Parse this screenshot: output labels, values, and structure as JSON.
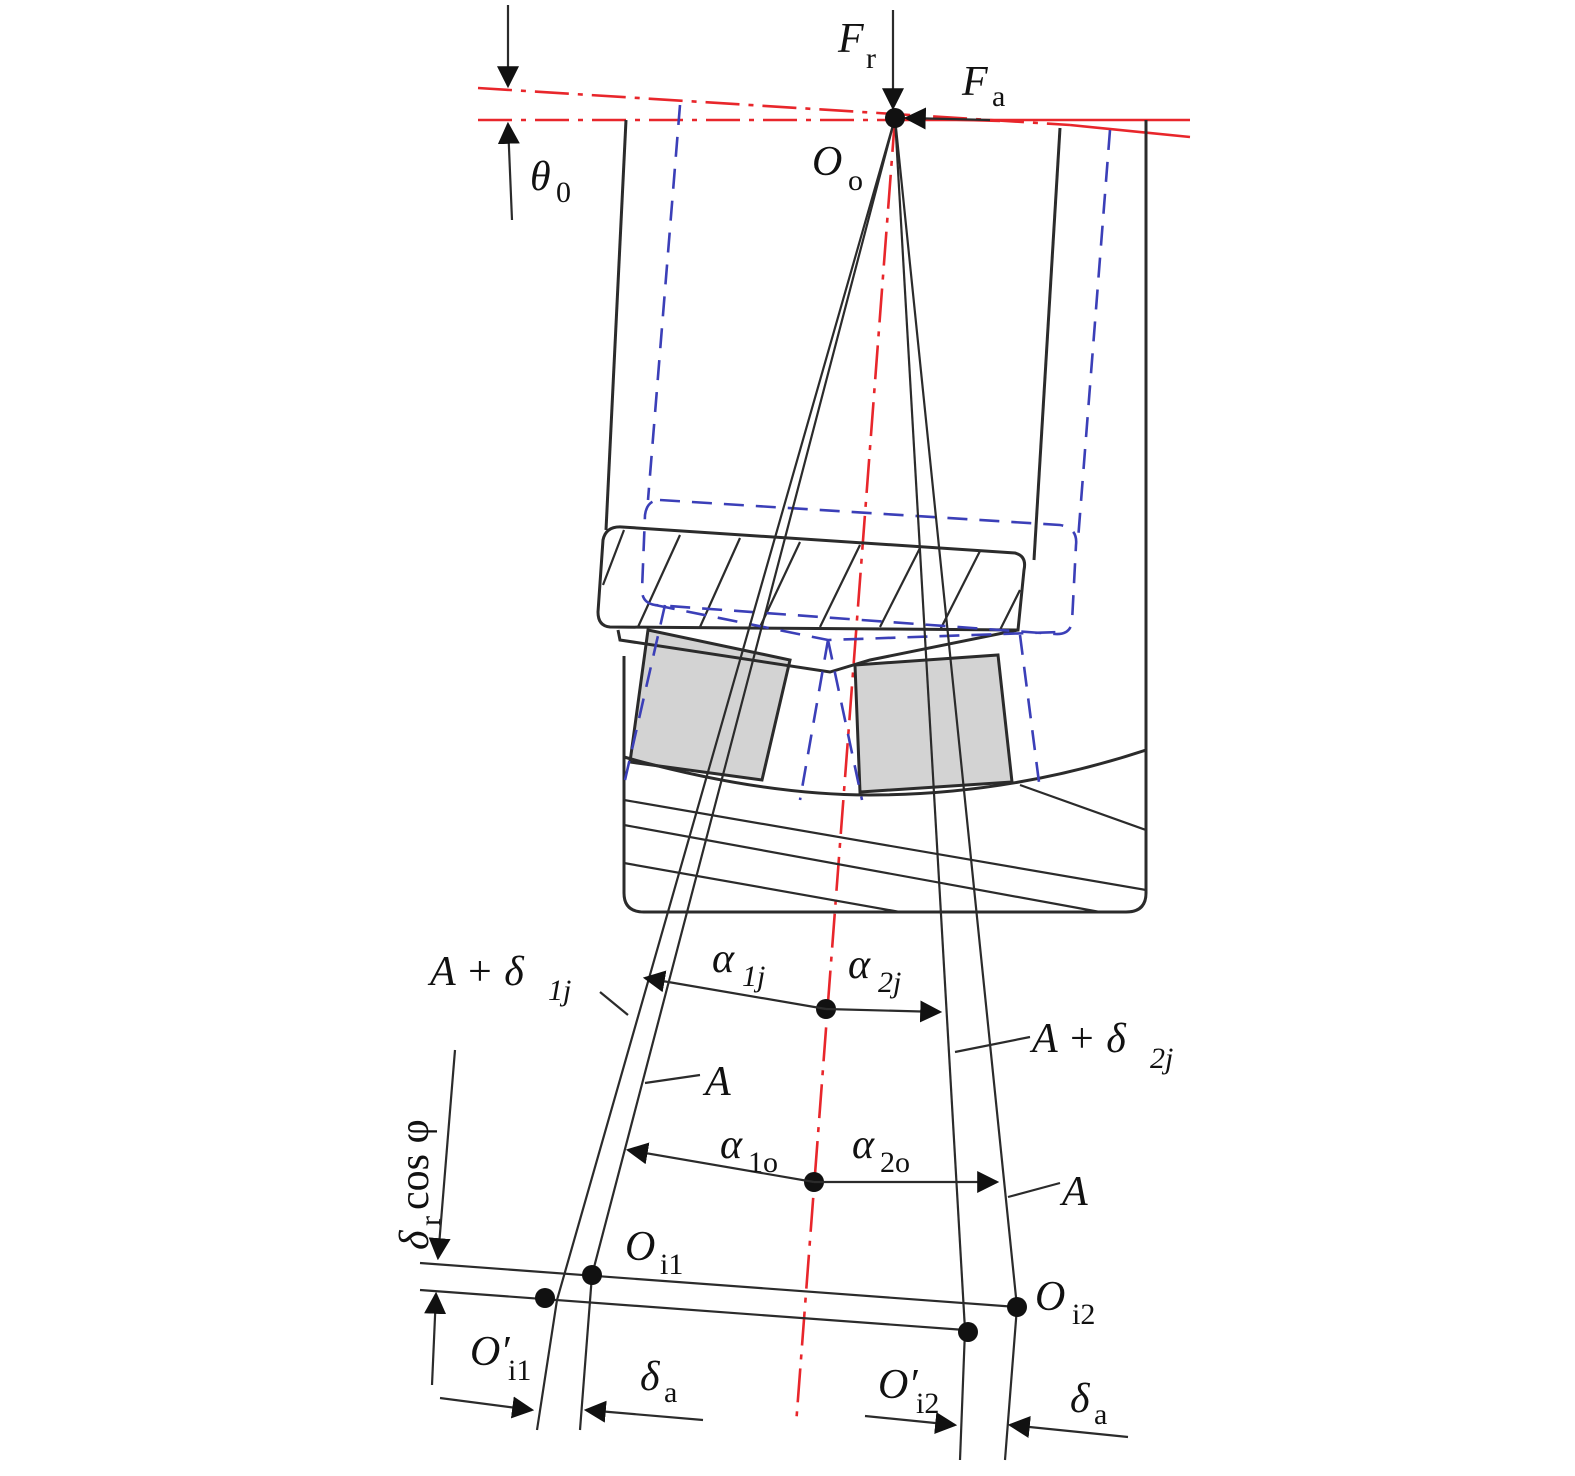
{
  "labels": {
    "Fr": {
      "main": "F",
      "sub": "r"
    },
    "Fa": {
      "main": "F",
      "sub": "a"
    },
    "Oo": {
      "main": "O",
      "sub": "o"
    },
    "theta0": {
      "main": "θ",
      "sub": "0"
    },
    "A_delta1j": {
      "main": "A + δ",
      "sub": "1j"
    },
    "A_delta2j": {
      "main": "A + δ",
      "sub": "2j"
    },
    "alpha1j": {
      "main": "α",
      "sub": "1j"
    },
    "alpha2j": {
      "main": "α",
      "sub": "2j"
    },
    "alpha1o": {
      "main": "α",
      "sub": "1o"
    },
    "alpha2o": {
      "main": "α",
      "sub": "2o"
    },
    "A_left": "A",
    "A_right": "A",
    "deltar_cosphi": {
      "main": "δ",
      "sub": "r",
      "rest": "cos φ"
    },
    "Oi1": {
      "main": "O",
      "sub": "i1"
    },
    "Oi2": {
      "main": "O",
      "sub": "i2"
    },
    "Oi1p": {
      "main": "O′",
      "sub": "i1"
    },
    "Oi2p": {
      "main": "O′",
      "sub": "i2"
    },
    "delta_a_left": {
      "main": "δ",
      "sub": "a"
    },
    "delta_a_right": {
      "main": "δ",
      "sub": "a"
    }
  },
  "colors": {
    "line": "#2b2b2b",
    "red": "#e8262b",
    "blue_dashed": "#3b3fb8",
    "roller_fill": "#d3d3d3"
  }
}
